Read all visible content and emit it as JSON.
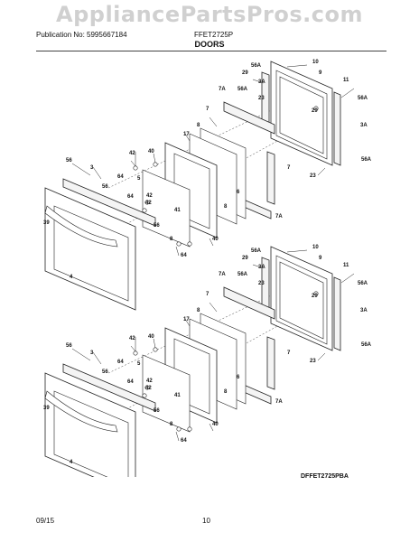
{
  "watermark": "AppliancePartsPros.com",
  "header": {
    "publication": "Publication No: 5995667184",
    "model": "FFET2725P",
    "section": "DOORS"
  },
  "diagram_code": "DFFET2725PBA",
  "footer": {
    "date": "09/15",
    "page": "10"
  },
  "callouts": [
    "10",
    "56A",
    "29",
    "9",
    "3A",
    "7A",
    "56A",
    "23",
    "11",
    "56A",
    "8",
    "29",
    "3A",
    "7",
    "42",
    "40",
    "17",
    "56",
    "3",
    "64",
    "5",
    "56",
    "64",
    "42",
    "6",
    "41",
    "8",
    "7",
    "39",
    "42",
    "56",
    "7A",
    "8",
    "40",
    "64",
    "4",
    "56A",
    "23"
  ]
}
